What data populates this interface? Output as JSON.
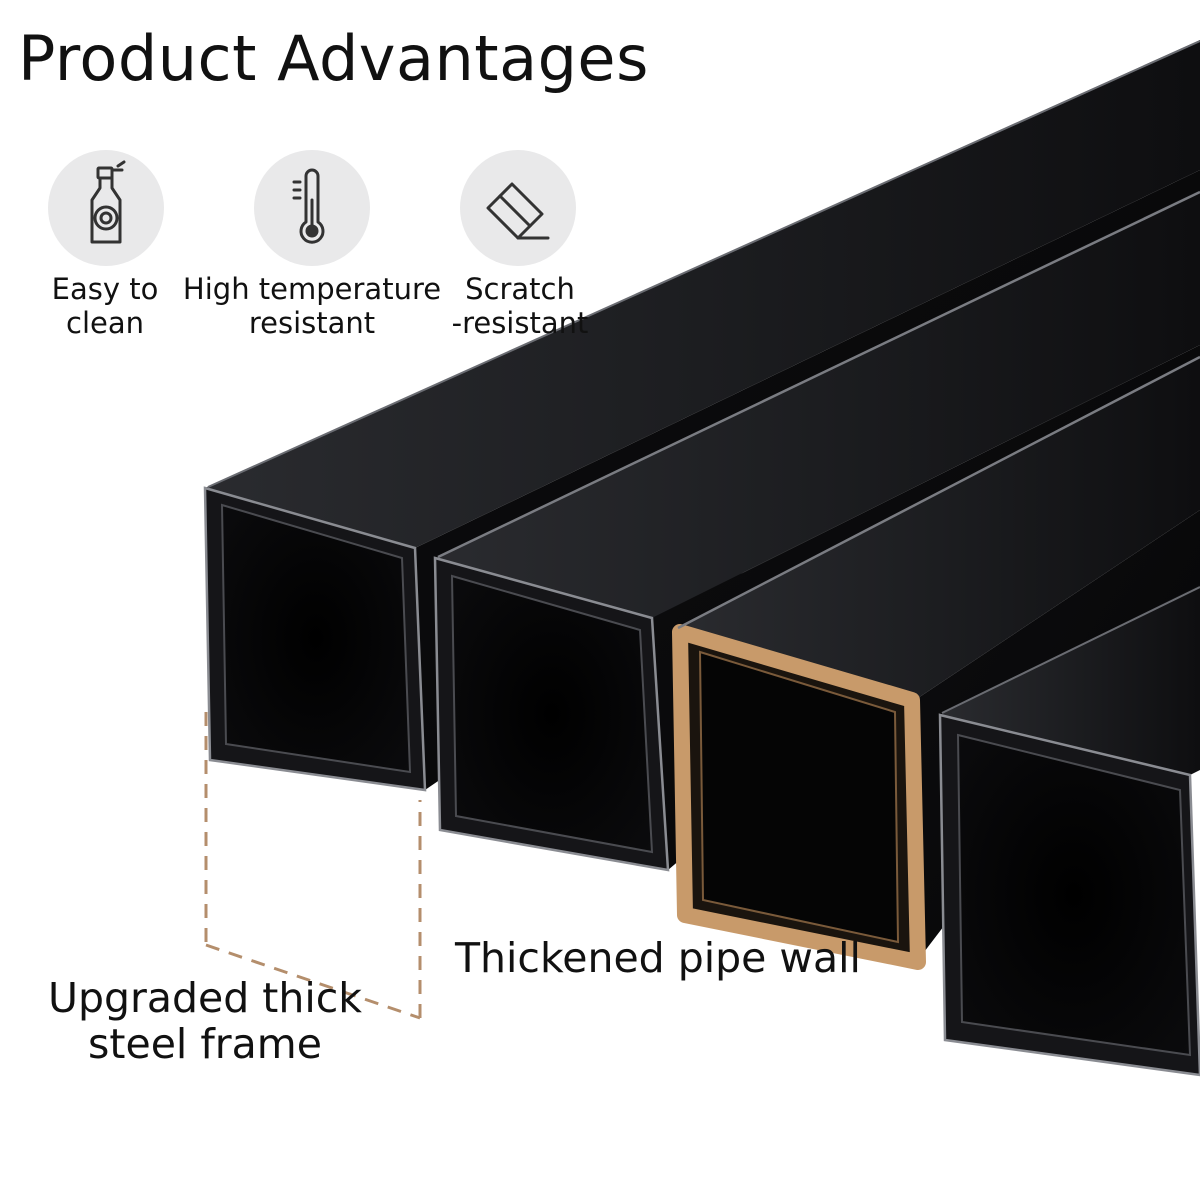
{
  "title": "Product Advantages",
  "features": [
    {
      "line1": "Easy to",
      "line2": "clean",
      "icon": "spray-bottle-icon"
    },
    {
      "line1": "High temperature",
      "line2": "resistant",
      "icon": "thermometer-icon"
    },
    {
      "line1": "Scratch",
      "line2": "-resistant",
      "icon": "eraser-icon"
    }
  ],
  "callouts": {
    "wall": "Thickened pipe wall",
    "frame_line1": "Upgraded thick",
    "frame_line2": "steel frame"
  },
  "colors": {
    "tube": "#0a0a0c",
    "highlight": "#c89a6a",
    "dash": "#b48e6c"
  }
}
